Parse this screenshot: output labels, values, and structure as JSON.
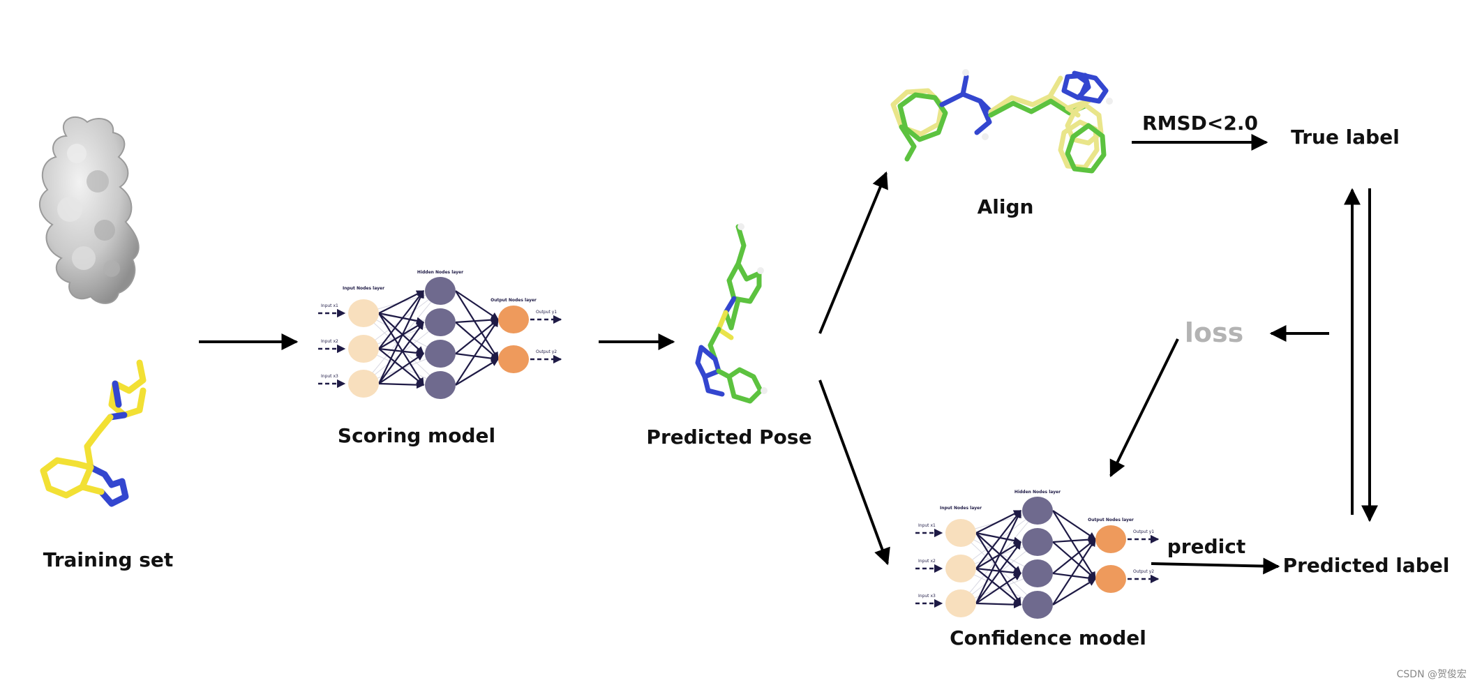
{
  "labels": {
    "training_set": "Training set",
    "scoring_model": "Scoring model",
    "predicted_pose": "Predicted Pose",
    "align": "Align",
    "rmsd": "RMSD<2.0",
    "true_label": "True label",
    "loss": "loss",
    "predict": "predict",
    "predicted_label": "Predicted label",
    "confidence_model": "Confidence model"
  },
  "network": {
    "input_layer_title": "Input Nodes layer",
    "hidden_layer_title": "Hidden Nodes layer",
    "output_layer_title": "Output Nodes layer",
    "inputs": [
      "Input x1",
      "Input x2",
      "Input x3"
    ],
    "outputs": [
      "Output y1",
      "Output y2"
    ]
  },
  "watermark": "CSDN @贺俊宏",
  "colors": {
    "input_node": "#f8dfbd",
    "hidden_node": "#6f6a8e",
    "output_node": "#ee9a5c",
    "edge": "#1e1a45",
    "protein": "#c9c9c9",
    "ligand_yellow": "#f2e034",
    "ligand_green": "#5cc23f",
    "ligand_pale": "#e9e58a",
    "nitrogen": "#3346cf",
    "loss_text": "#b3b3b3"
  }
}
